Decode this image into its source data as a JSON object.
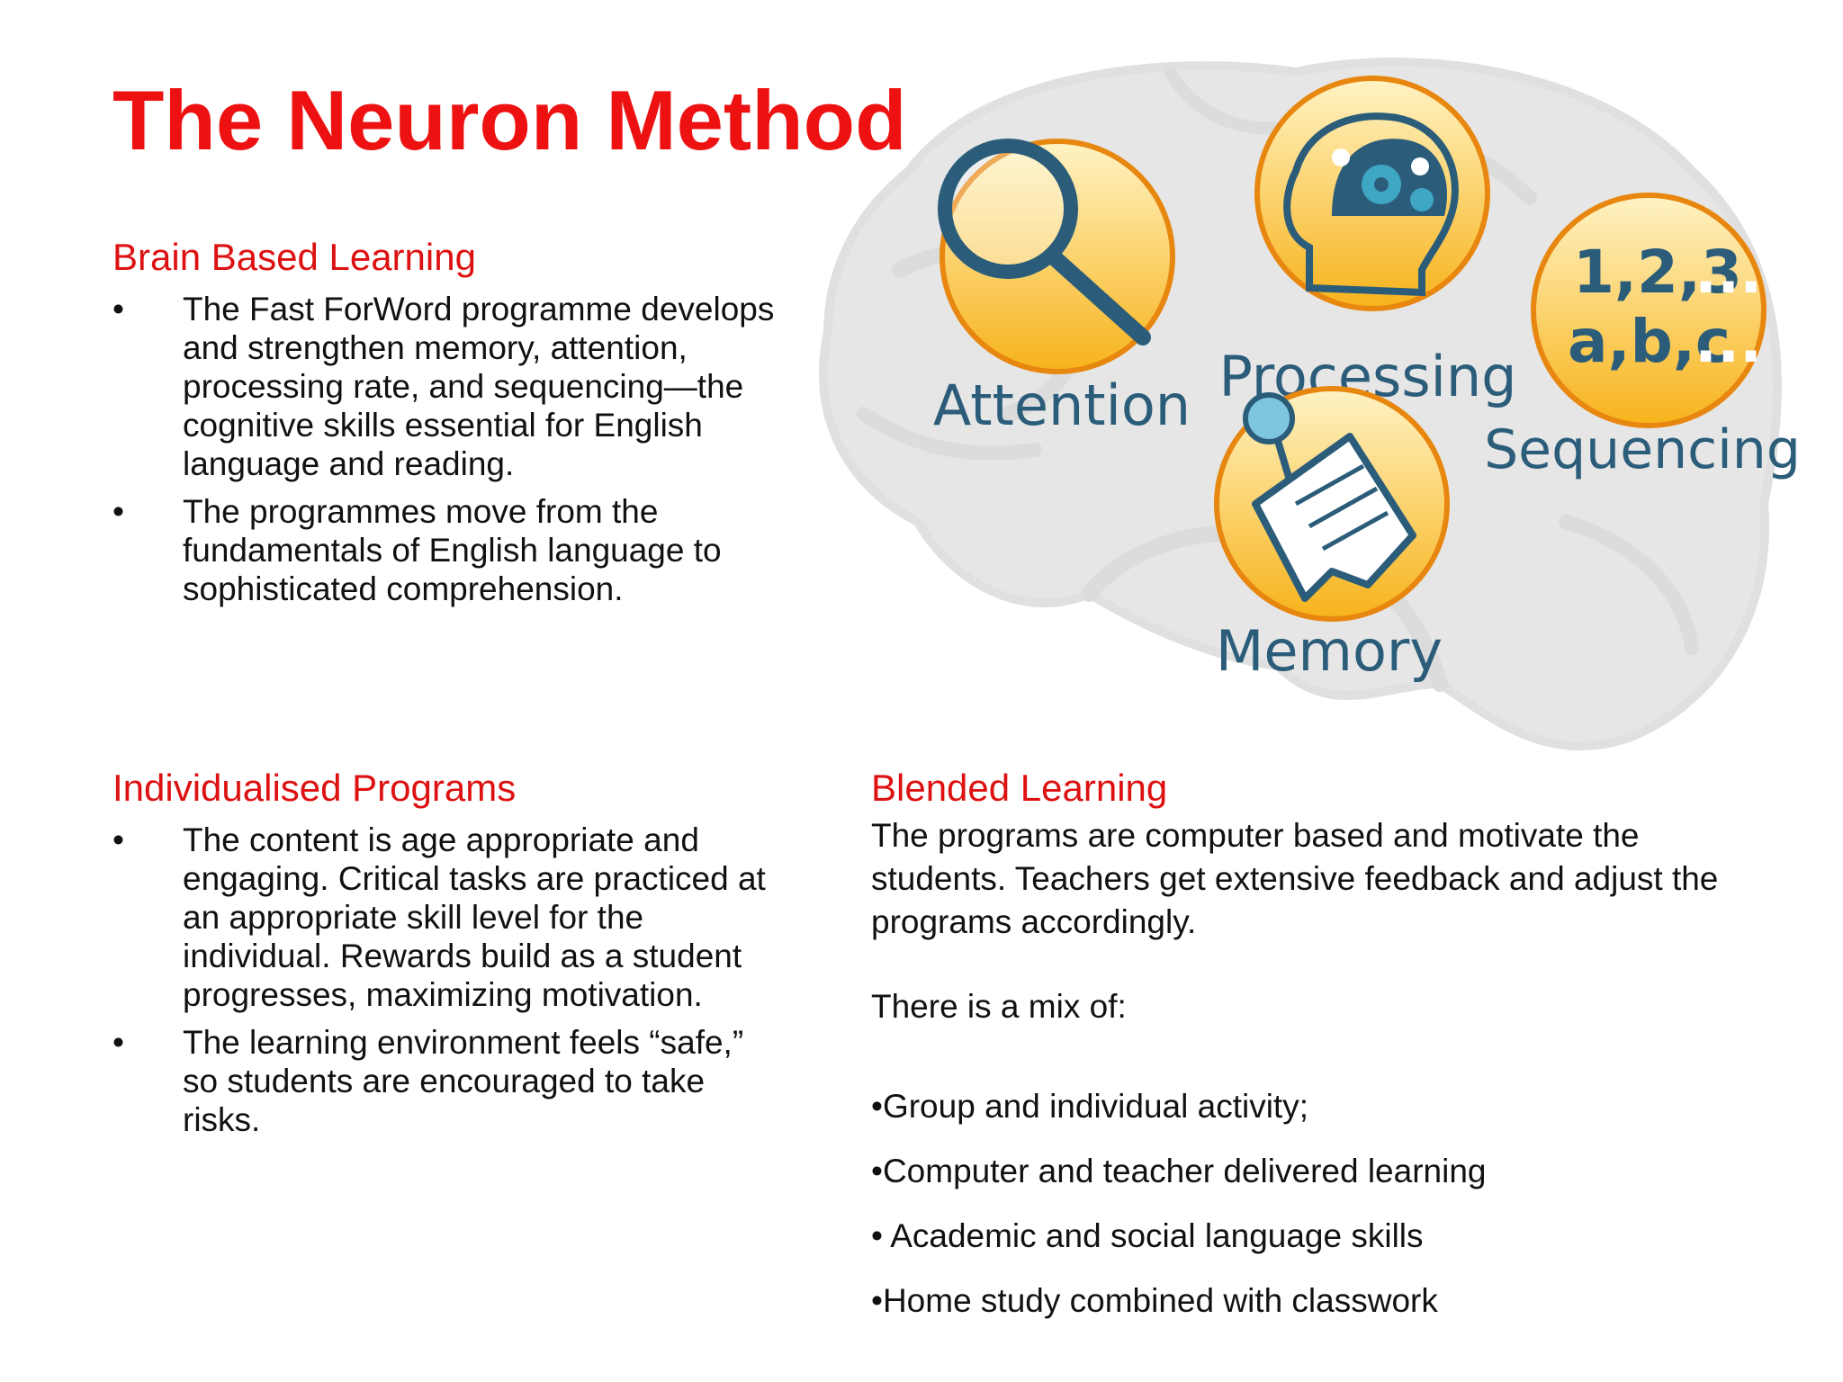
{
  "title": "The Neuron Method",
  "sections": {
    "brain": {
      "heading": "Brain  Based Learning",
      "bullets": [
        "The Fast ForWord programme develops and strengthen memory, attention, processing rate, and sequencing—the cognitive skills essential for English language and reading.",
        "The programmes move from the fundamentals of English language to sophisticated comprehension."
      ]
    },
    "individual": {
      "heading": "Individualised Programs",
      "bullets": [
        "The content is age appropriate and engaging. Critical tasks are practiced at an appropriate  skill level for the individual. Rewards build as a student progresses, maximizing motivation.",
        "The learning environment feels “safe,” so students are encouraged to take risks."
      ]
    },
    "blended": {
      "heading": "Blended Learning",
      "intro": "The programs are computer based and motivate  the students.  Teachers get extensive feedback and adjust the programs accordingly.",
      "mix_label": "There is a mix of:",
      "mix_items": [
        "•Group and individual activity;",
        "•Computer and teacher delivered learning",
        "• Academic and social language  skills",
        "•Home study combined with classwork"
      ]
    }
  },
  "bullet_glyph": "•",
  "graphic": {
    "labels": {
      "attention": "Attention",
      "processing": "Processing",
      "sequencing": "Sequencing",
      "memory": "Memory",
      "seq_line1": "1,2,3",
      "seq_line2": "a,b,c",
      "ellipsis": "..."
    },
    "icons": [
      "magnifier-icon",
      "head-gears-icon",
      "notepad-pin-icon",
      "numbers-letters-icon",
      "brain-outline-icon"
    ]
  },
  "colors": {
    "title": "#ee1111",
    "heading": "#dd1111",
    "label": "#2b5d7a",
    "circle_top": "#fff3c4",
    "circle_bottom": "#f7b31b",
    "circle_stroke": "#e8870f",
    "brain": "#e6e6e6"
  }
}
